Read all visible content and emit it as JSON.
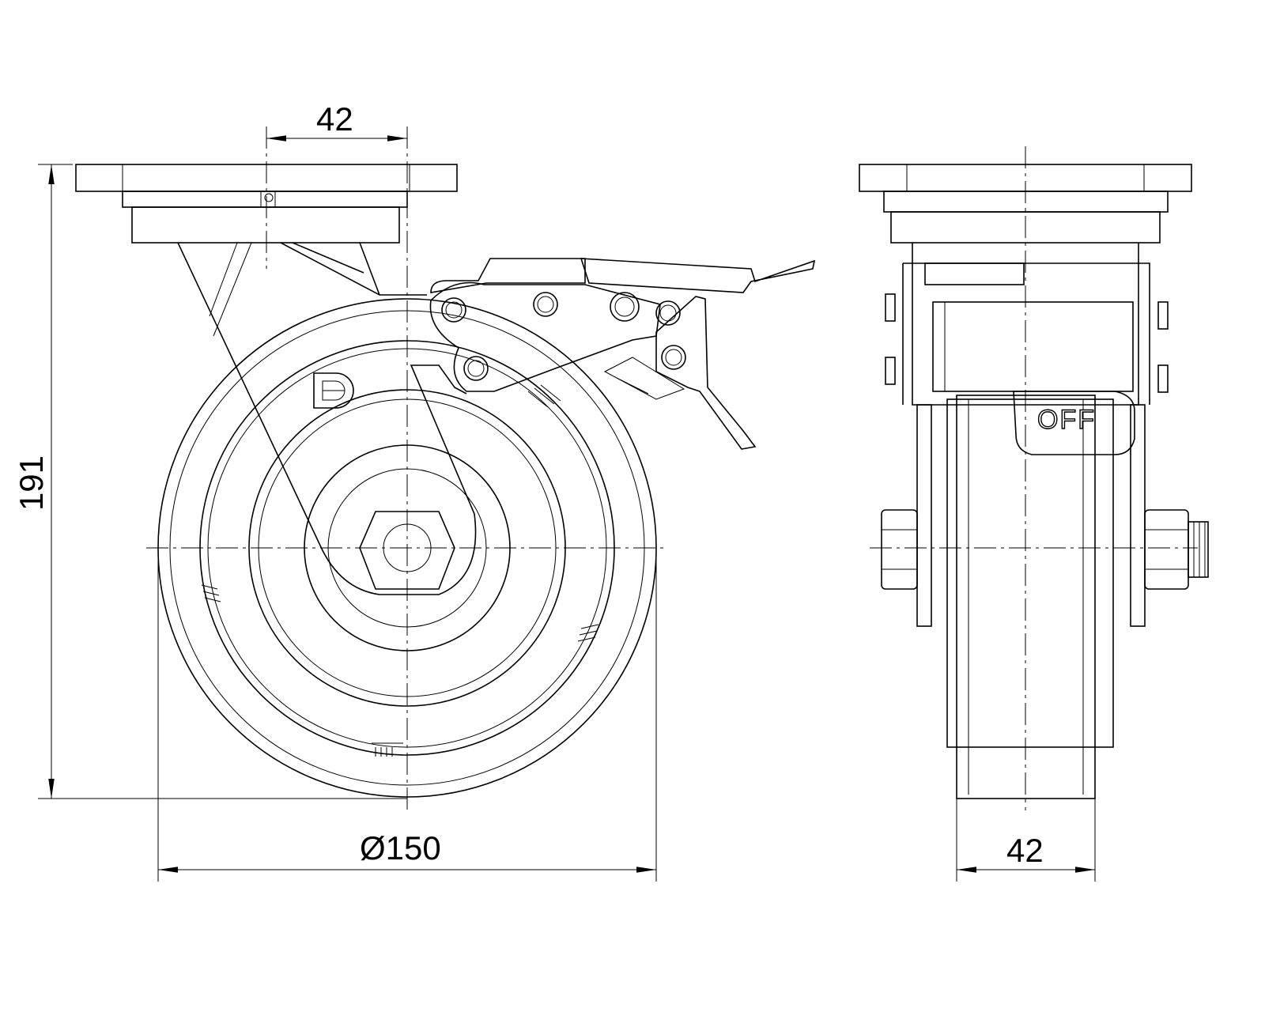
{
  "drawing": {
    "front_view": {
      "dim_top_offset": "42",
      "dim_height": "191",
      "dim_wheel_diameter": "Ø150",
      "logo_letter": "D"
    },
    "side_view": {
      "dim_wheel_width": "42",
      "brake_label": "OFF"
    }
  }
}
